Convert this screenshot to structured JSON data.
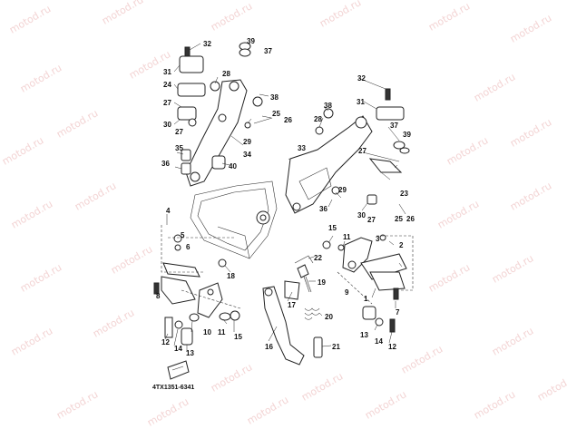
{
  "watermark": "motod.ru",
  "drawing_code": "4TX1351-6341",
  "callouts": [
    "1",
    "2",
    "3",
    "4",
    "5",
    "6",
    "7",
    "8",
    "9",
    "10",
    "11",
    "12",
    "13",
    "14",
    "15",
    "16",
    "17",
    "18",
    "19",
    "20",
    "21",
    "22",
    "23",
    "24",
    "25",
    "26",
    "27",
    "28",
    "29",
    "30",
    "31",
    "32",
    "33",
    "34",
    "35",
    "36",
    "37",
    "38",
    "39",
    "40"
  ]
}
